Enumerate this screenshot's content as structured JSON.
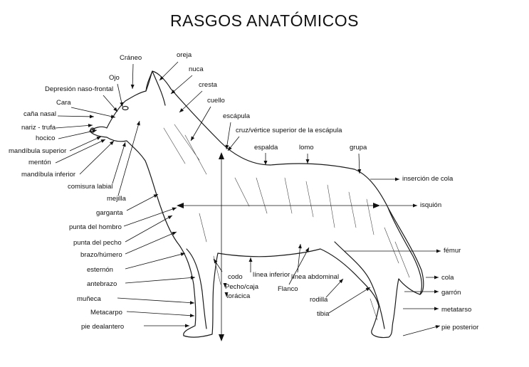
{
  "title": "RASGOS ANATÓMICOS",
  "colors": {
    "ink": "#111111",
    "background": "#ffffff"
  },
  "labels": [
    "Cráneo",
    "oreja",
    "Ojo",
    "nuca",
    "Depresión naso-frontal",
    "cresta",
    "Cara",
    "cuello",
    "caña nasal",
    "escápula",
    "nariz - trufa",
    "cruz/vértice superior de la escápula",
    "hocico",
    "espalda",
    "lomo",
    "grupa",
    "mandíbula superior",
    "mentón",
    "mandíbula inferior",
    "inserción de cola",
    "comisura labial",
    "mejilla",
    "garganta",
    "isquión",
    "punta del hombro",
    "punta del pecho",
    "fémur",
    "brazo/húmero",
    "esternón",
    "codo",
    "línea inferior",
    "línea abdominal",
    "cola",
    "antebrazo",
    "Pecho/caja",
    "torácica",
    "Flanco",
    "garrón",
    "rodilla",
    "muñeca",
    "metatarso",
    "Metacarpo",
    "tibia",
    "pie dealantero",
    "pie posterior"
  ]
}
